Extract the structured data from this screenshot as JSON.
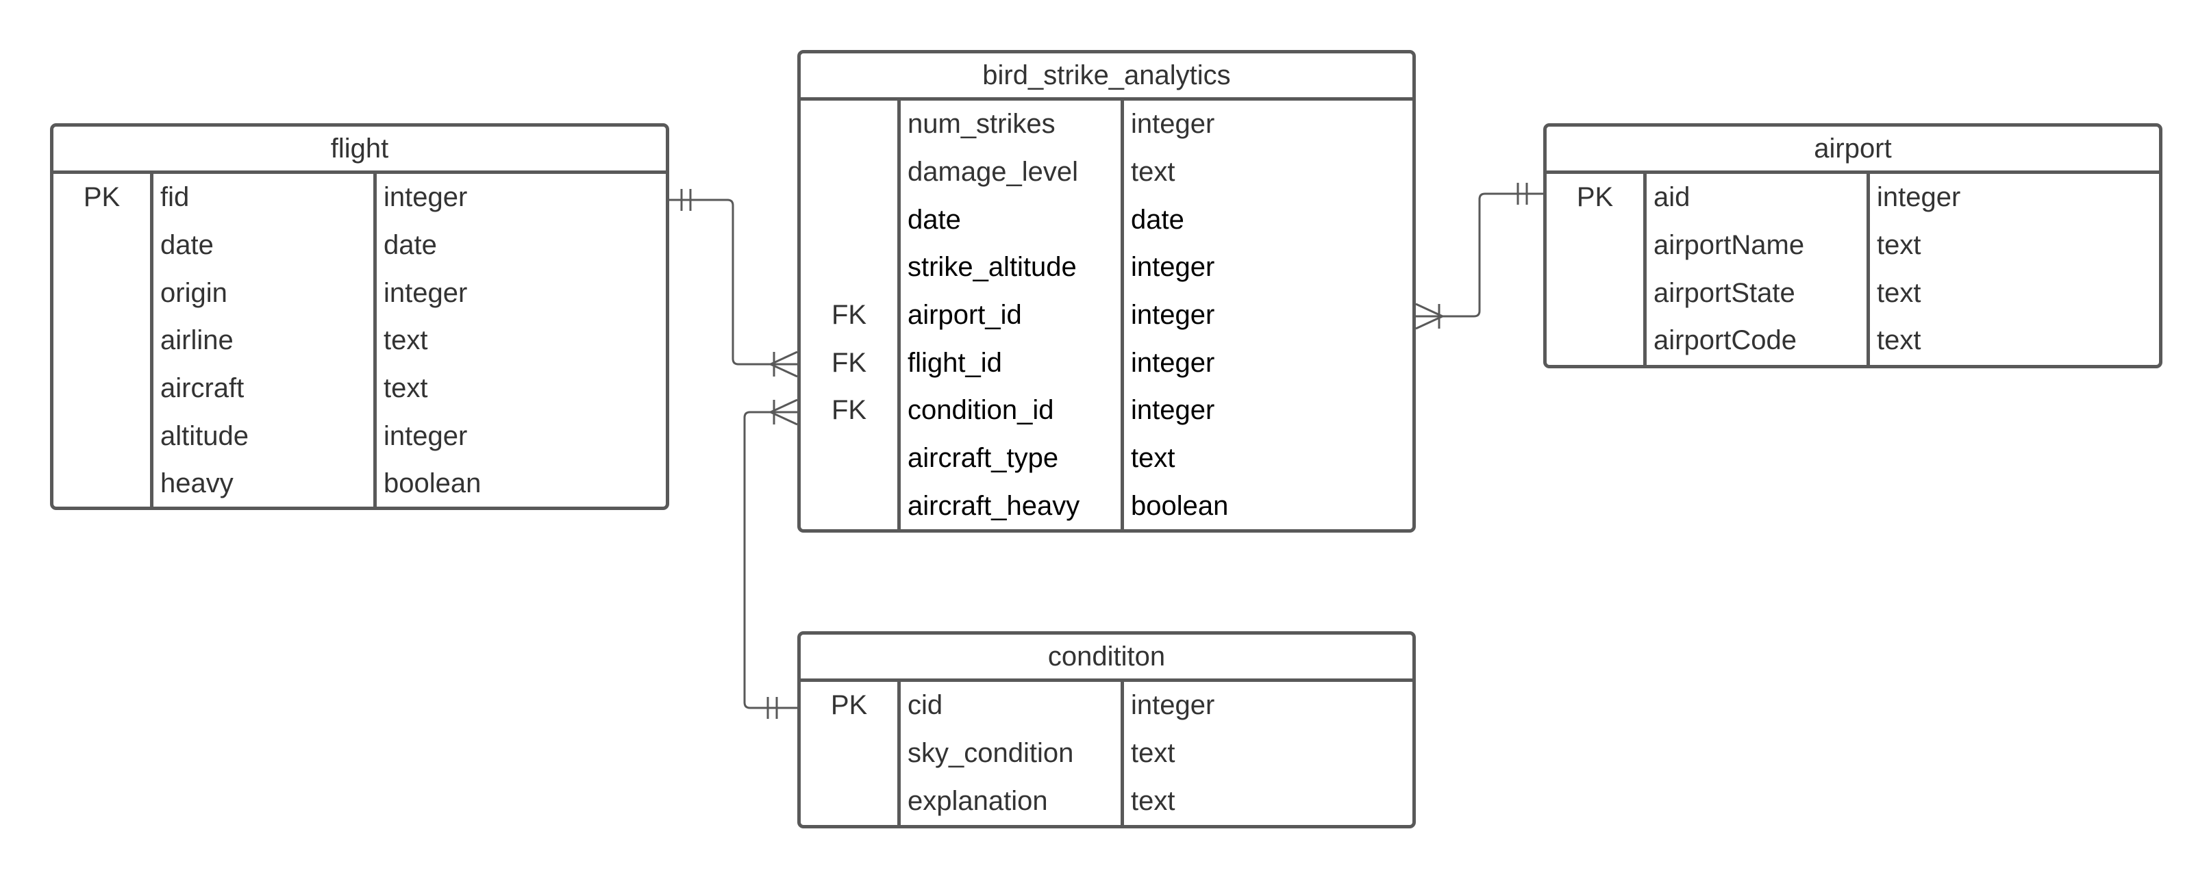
{
  "tables": [
    {
      "id": "flight",
      "title": "flight",
      "rows": [
        {
          "key": "PK",
          "name": "fid",
          "type": "integer"
        },
        {
          "key": "",
          "name": "date",
          "type": "date"
        },
        {
          "key": "",
          "name": "origin",
          "type": "integer"
        },
        {
          "key": "",
          "name": "airline",
          "type": "text"
        },
        {
          "key": "",
          "name": "aircraft",
          "type": "text"
        },
        {
          "key": "",
          "name": "altitude",
          "type": "integer"
        },
        {
          "key": "",
          "name": "heavy",
          "type": "boolean"
        }
      ]
    },
    {
      "id": "bird_strike_analytics",
      "title": "bird_strike_analytics",
      "rows": [
        {
          "key": "",
          "name": "num_strikes",
          "type": "integer"
        },
        {
          "key": "",
          "name": "damage_level",
          "type": "text"
        },
        {
          "key": "",
          "name": "date",
          "type": "date"
        },
        {
          "key": "",
          "name": "strike_altitude",
          "type": "integer"
        },
        {
          "key": "FK",
          "name": "airport_id",
          "type": "integer"
        },
        {
          "key": "FK",
          "name": "flight_id",
          "type": "integer"
        },
        {
          "key": "FK",
          "name": "condition_id",
          "type": "integer"
        },
        {
          "key": "",
          "name": "aircraft_type",
          "type": "text"
        },
        {
          "key": "",
          "name": "aircraft_heavy",
          "type": "boolean"
        }
      ]
    },
    {
      "id": "airport",
      "title": "airport",
      "rows": [
        {
          "key": "PK",
          "name": "aid",
          "type": "integer"
        },
        {
          "key": "",
          "name": "airportName",
          "type": "text"
        },
        {
          "key": "",
          "name": "airportState",
          "type": "text"
        },
        {
          "key": "",
          "name": "airportCode",
          "type": "text"
        }
      ]
    },
    {
      "id": "condititon",
      "title": "condititon",
      "rows": [
        {
          "key": "PK",
          "name": "cid",
          "type": "integer"
        },
        {
          "key": "",
          "name": "sky_condition",
          "type": "text"
        },
        {
          "key": "",
          "name": "explanation",
          "type": "text"
        }
      ]
    }
  ],
  "relationships": [
    {
      "from": "flight.fid",
      "from_cardinality": "one-and-only-one",
      "to": "bird_strike_analytics.flight_id",
      "to_cardinality": "one-or-many"
    },
    {
      "from": "airport.aid",
      "from_cardinality": "one-and-only-one",
      "to": "bird_strike_analytics.airport_id",
      "to_cardinality": "one-or-many"
    },
    {
      "from": "condititon.cid",
      "from_cardinality": "one-and-only-one",
      "to": "bird_strike_analytics.condition_id",
      "to_cardinality": "one-or-many"
    }
  ],
  "colors": {
    "border": "#595959",
    "text": "#333333",
    "emphasis_text": "#000000",
    "background": "#ffffff"
  }
}
